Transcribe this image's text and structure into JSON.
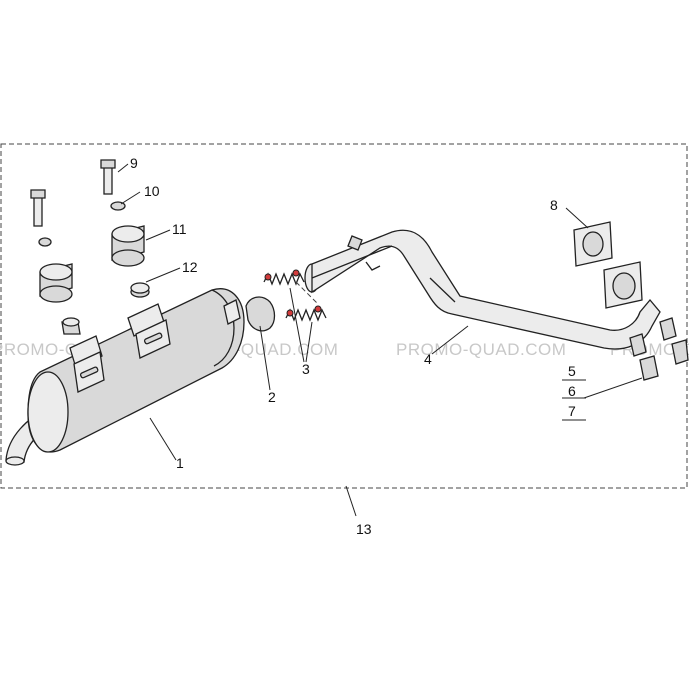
{
  "watermarks": [
    "PROMO-QUAD.COM",
    "PROMO-QUAD.COM",
    "PROMO-QUAD.COM",
    "PROMO-QUAD.COM"
  ],
  "callouts": {
    "c1": "1",
    "c2": "2",
    "c3": "3",
    "c4": "4",
    "c5": "5",
    "c6": "6",
    "c7": "7",
    "c8": "8",
    "c9": "9",
    "c10": "10",
    "c11": "11",
    "c12": "12",
    "c13": "13"
  },
  "colors": {
    "part_fill": "#d9d9d9",
    "line": "#222222",
    "spring_accent": "#d23b3b",
    "watermark": "#c8c8c8"
  }
}
